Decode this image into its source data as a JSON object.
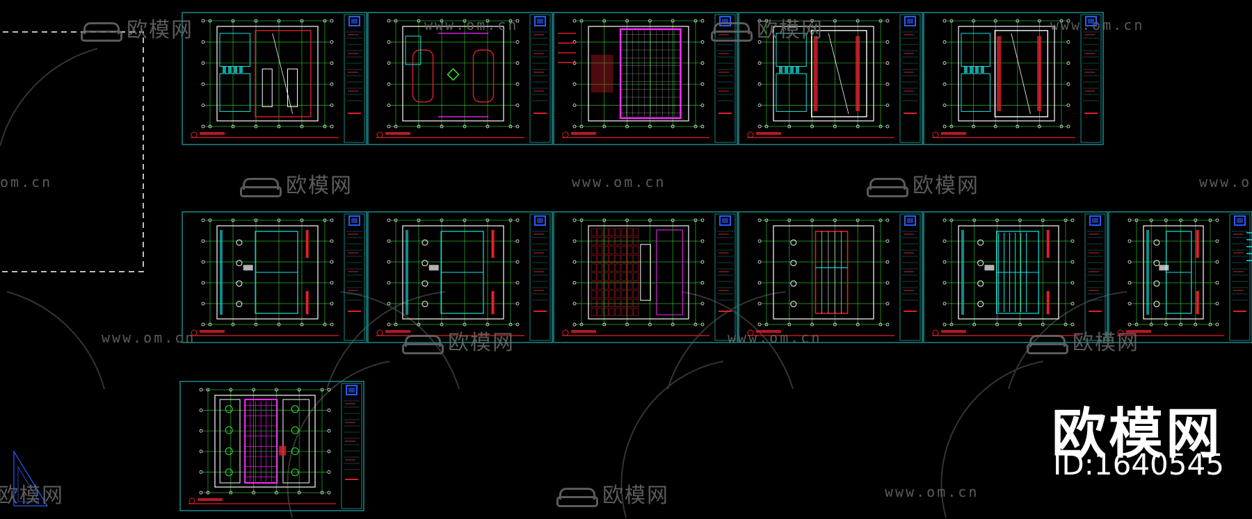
{
  "watermark": {
    "brand": "欧模网",
    "url": "www.om.cn",
    "url_partial_left": "om.cn",
    "brand_partial_left": "欧模网",
    "id_label": "ID:1640545"
  },
  "colors": {
    "background": "#000000",
    "frame": "#1a8a8a",
    "green": "#39e639",
    "red": "#e0202a",
    "cyan": "#19e6e6",
    "magenta": "#ff2aff",
    "white": "#ffffff",
    "blue": "#2a5cff",
    "watermark": "#6b6b6b"
  },
  "drawing_sheets": {
    "row1_count": 5,
    "row2_count": 6,
    "row3_count": 1
  }
}
